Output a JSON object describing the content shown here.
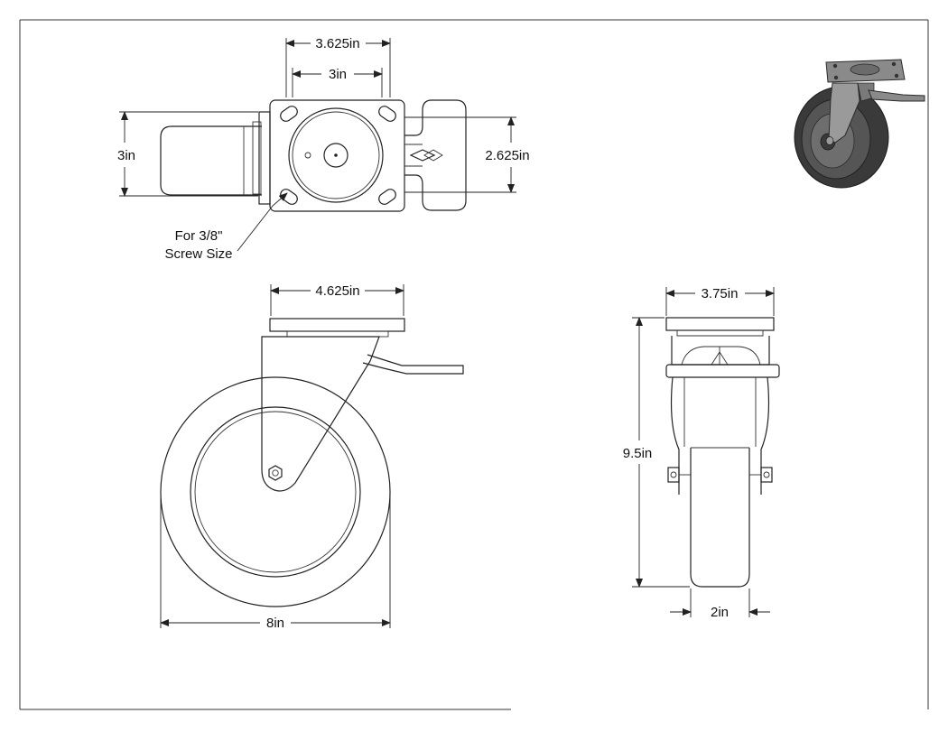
{
  "top_view": {
    "overall_plate_width": "3.625in",
    "hole_spacing_width": "3in",
    "plate_height": "3in",
    "hole_spacing_height": "2.625in",
    "screw_note_line1": "For 3/8\"",
    "screw_note_line2": "Screw Size"
  },
  "side_view": {
    "top_width": "4.625in",
    "wheel_diameter": "8in"
  },
  "front_view": {
    "plate_width": "3.75in",
    "overall_height": "9.5in",
    "wheel_width": "2in"
  },
  "colors": {
    "line": "#222222",
    "iso_dark": "#3a3a3a",
    "iso_mid": "#6e6e6e",
    "iso_light": "#9a9a9a"
  }
}
